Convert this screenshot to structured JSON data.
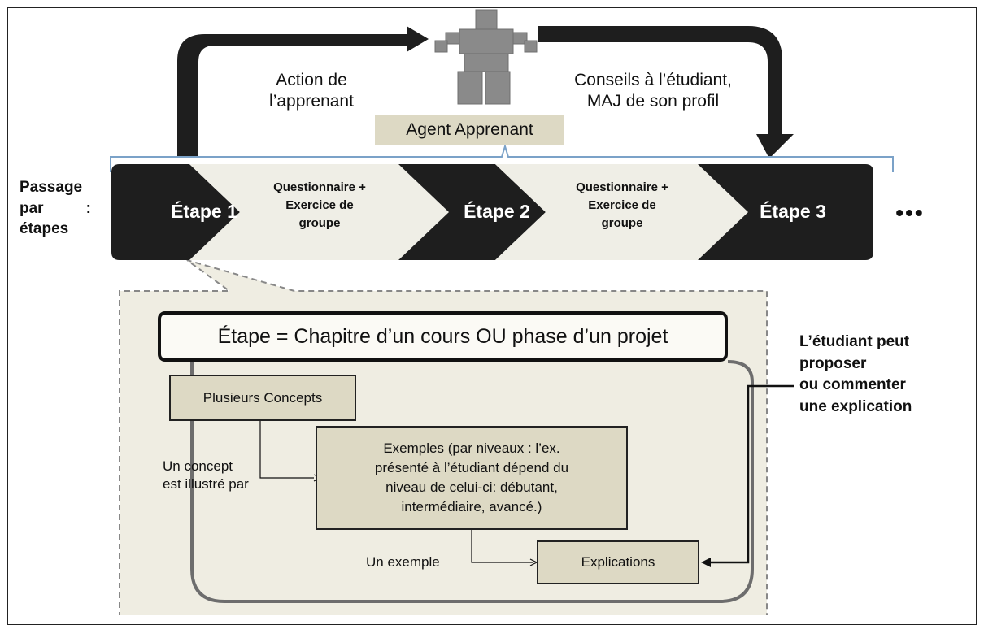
{
  "diagram": {
    "top": {
      "action_label": "Action de\nl’apprenant",
      "advice_label": "Conseils à l’étudiant,\nMAJ de son profil",
      "agent_label": "Agent Apprenant"
    },
    "passage_label_line1": "Passage",
    "passage_label_par": "par",
    "passage_label_colon": ":",
    "passage_label_line3": "étapes",
    "steps": [
      "Étape 1",
      "Étape 2",
      "Étape 3"
    ],
    "questionnaires": [
      "Questionnaire +\nExercice de\ngroupe",
      "Questionnaire +\nExercice de\ngroupe"
    ],
    "ellipsis": "•••",
    "detail": {
      "definition": "Étape = Chapitre d’un cours OU phase d’un projet",
      "concepts_box": "Plusieurs Concepts",
      "examples_box": "Exemples (par niveaux : l’ex.\nprésenté à l’étudiant dépend du\nniveau de celui-ci: débutant,\nintermédiaire, avancé.)",
      "concept_link": "Un concept\nest illustré par",
      "example_link": "Un exemple",
      "explanations_box": "Explications",
      "student_note": "L’étudiant peut\nproposer\nou commenter\nune explication"
    },
    "colors": {
      "dark_step": "#1e1e1e",
      "light_step": "#efeee6",
      "panel_fill": "#efede2",
      "box_fill": "#ddd9c4",
      "bracket": "#7ba2c8",
      "robot": "#8a8a8a"
    }
  }
}
